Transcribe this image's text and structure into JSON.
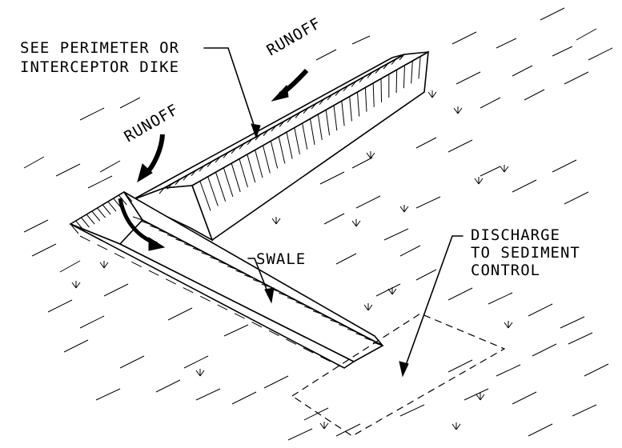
{
  "labels": {
    "dike_note_line1": "SEE PERIMETER OR",
    "dike_note_line2": "INTERCEPTOR DIKE",
    "runoff_top": "RUNOFF",
    "runoff_left": "RUNOFF",
    "swale": "SWALE",
    "discharge_line1": "DISCHARGE",
    "discharge_line2": "TO SEDIMENT",
    "discharge_line3": "CONTROL"
  },
  "colors": {
    "ink": "#000000",
    "background": "#ffffff"
  }
}
